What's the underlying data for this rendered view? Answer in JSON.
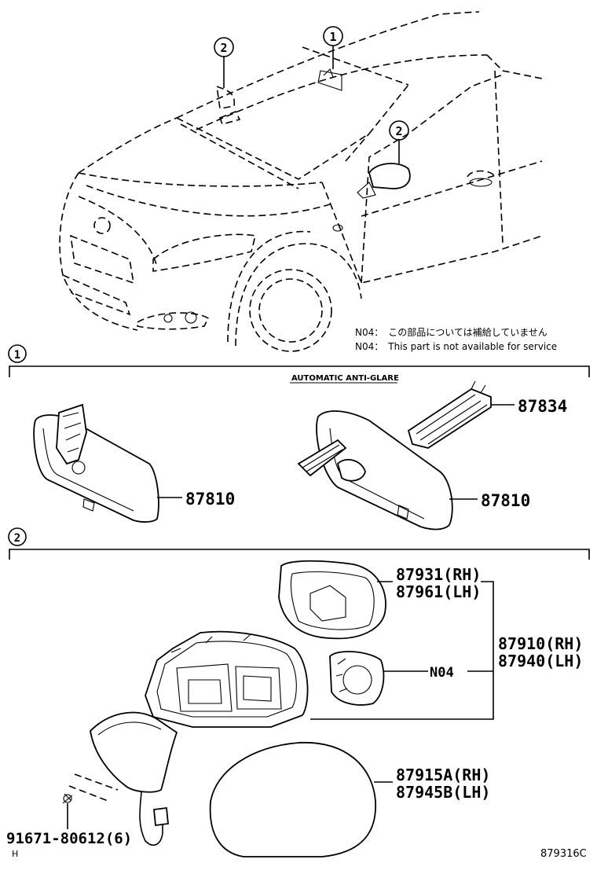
{
  "callouts": {
    "one": "1",
    "two": "2"
  },
  "notes": {
    "jp": "N04：　この部品については補給していません",
    "en": "N04：　This part is not available for service"
  },
  "section1": {
    "badge": "1",
    "caption": "AUTOMATIC ANTI-GLARE",
    "part_87834": "87834",
    "part_87810_left": "87810",
    "part_87810_right": "87810"
  },
  "section2": {
    "badge": "2",
    "glass_rh": "87931(RH)",
    "glass_lh": "87961(LH)",
    "assy_rh": "87910(RH)",
    "assy_lh": "87940(LH)",
    "motor": "N04",
    "cover_rh": "87915A(RH)",
    "cover_lh": "87945B(LH)",
    "screw": "91671-80612(6)"
  },
  "footer": {
    "left_mark": "H",
    "code": "879316C"
  }
}
